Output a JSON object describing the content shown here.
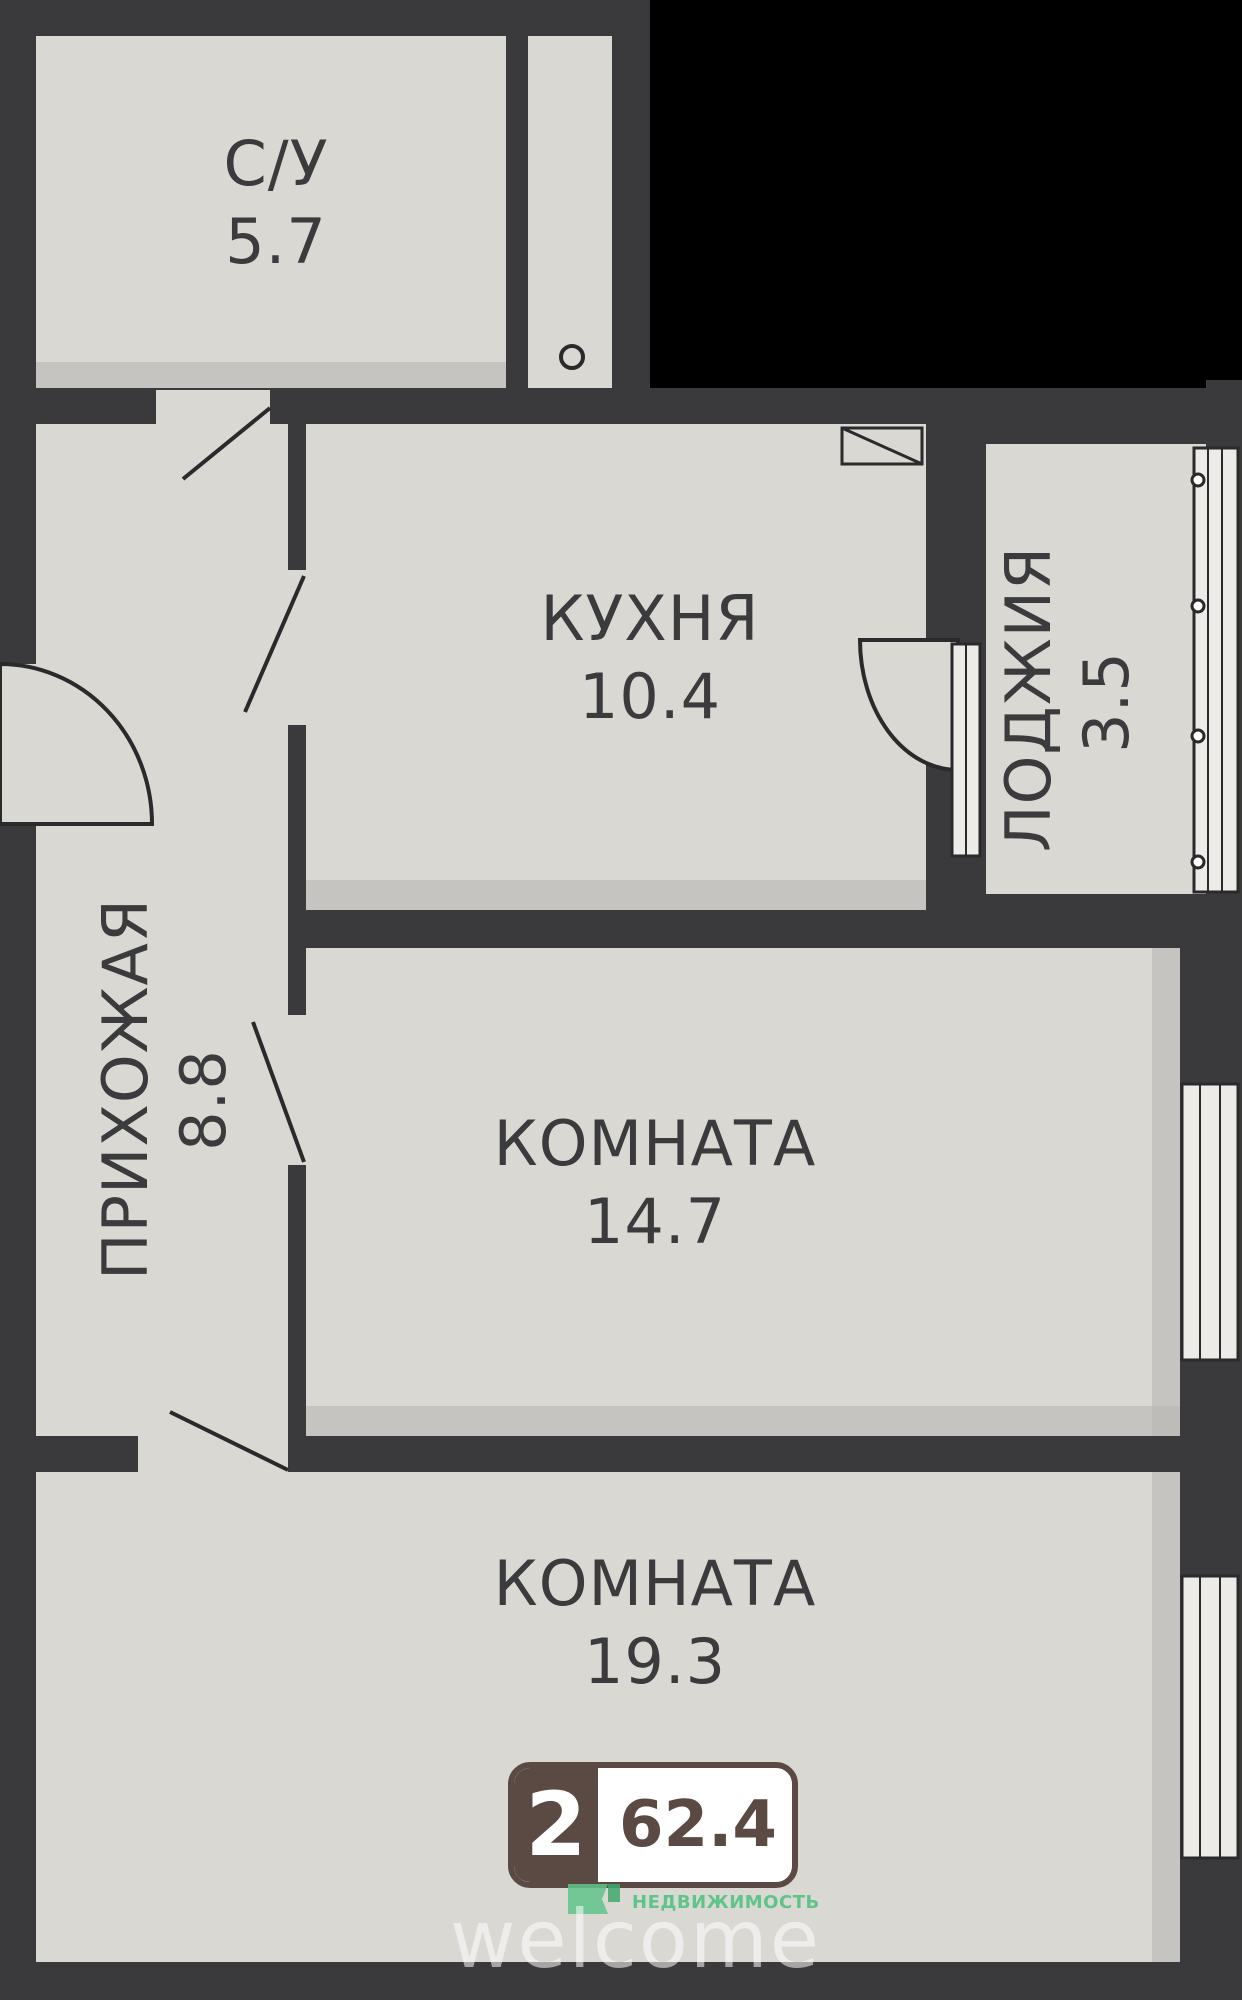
{
  "rooms": {
    "bathroom": {
      "name": "С/У",
      "area": "5.7"
    },
    "kitchen": {
      "name": "КУХНЯ",
      "area": "10.4"
    },
    "loggia": {
      "name": "ЛОДЖИЯ",
      "area": "3.5"
    },
    "hallway": {
      "name": "ПРИХОЖАЯ",
      "area": "8.8"
    },
    "room1": {
      "name": "КОМНАТА",
      "area": "14.7"
    },
    "room2": {
      "name": "КОМНАТА",
      "area": "19.3"
    }
  },
  "badge": {
    "room_count": "2",
    "total_area": "62.4"
  },
  "brand": {
    "name": "welcome",
    "subtitle": "НЕДВИЖИМОСТЬ"
  },
  "colors": {
    "wall": "#3a3a3c",
    "floor": "#d9d8d3",
    "badge": "#5b4a43",
    "brand_green": "#5fc48a",
    "background": "#000000"
  }
}
